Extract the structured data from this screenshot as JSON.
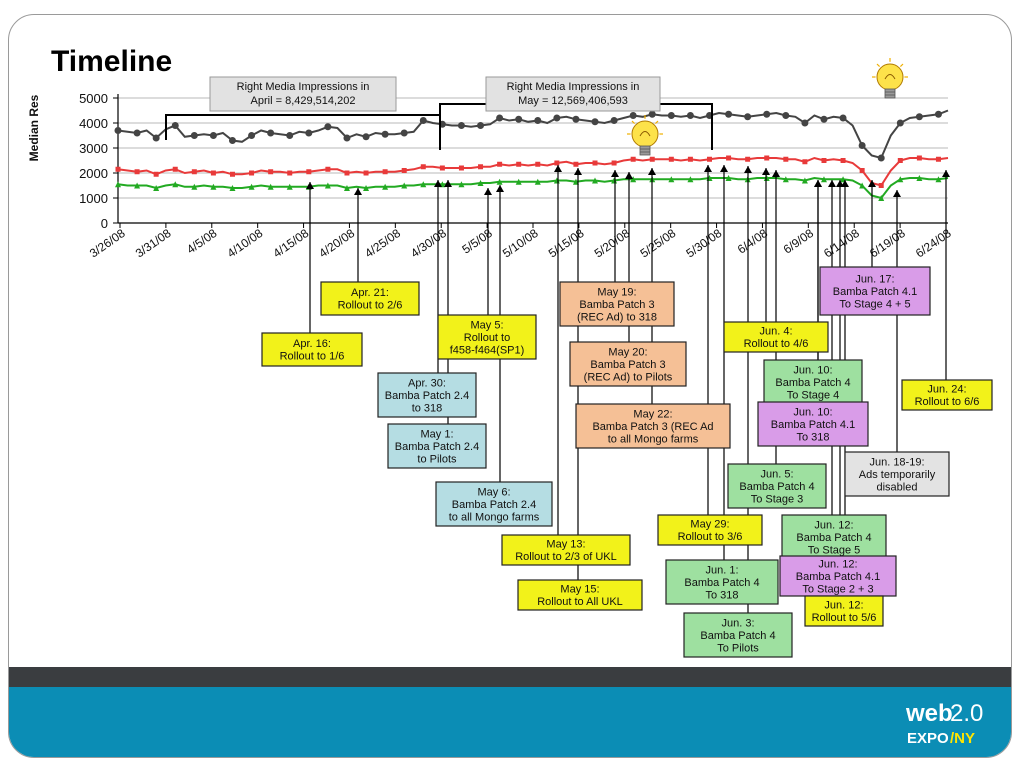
{
  "slide": {
    "title": "Timeline"
  },
  "logo": {
    "line1": "web",
    "line1b": "2.0",
    "line2": "EXPO",
    "line2b": "/NY"
  },
  "chart_data": {
    "type": "line",
    "ylabel": "Median Res",
    "ylim": [
      0,
      5000
    ],
    "yticks": [
      "5000",
      "4000",
      "3000",
      "2000",
      "1000",
      "0"
    ],
    "xtick_labels": [
      "3/26/08",
      "3/31/08",
      "4/5/08",
      "4/10/08",
      "4/15/08",
      "4/20/08",
      "4/25/08",
      "4/30/08",
      "5/5/08",
      "5/10/08",
      "5/15/08",
      "5/20/08",
      "5/25/08",
      "5/30/08",
      "6/4/08",
      "6/9/08",
      "6/14/08",
      "6/19/08",
      "6/24/08"
    ],
    "series": [
      {
        "name": "",
        "color": "#444444",
        "values": [
          3700,
          3650,
          3600,
          3700,
          3400,
          3750,
          3900,
          3450,
          3500,
          3550,
          3500,
          3600,
          3300,
          3250,
          3500,
          3700,
          3600,
          3550,
          3500,
          3650,
          3600,
          3700,
          3850,
          3800,
          3400,
          3550,
          3450,
          3600,
          3550,
          3550,
          3600,
          3650,
          4100,
          4000,
          3950,
          3900,
          3900,
          3850,
          3900,
          3950,
          4200,
          4100,
          4150,
          4050,
          4100,
          4000,
          4200,
          4250,
          4150,
          4100,
          4050,
          4000,
          4100,
          4200,
          4300,
          4250,
          4350,
          4300,
          4300,
          4250,
          4300,
          4200,
          4300,
          4400,
          4350,
          4300,
          4250,
          4300,
          4350,
          4400,
          4300,
          4250,
          4000,
          4300,
          4150,
          4250,
          4200,
          3900,
          3100,
          2700,
          2600,
          3500,
          4000,
          4200,
          4250,
          4300,
          4350,
          4500
        ]
      },
      {
        "name": "",
        "color": "#e83a3a",
        "values": [
          2150,
          2100,
          2050,
          2100,
          1950,
          2100,
          2150,
          2000,
          2050,
          2100,
          2000,
          2050,
          1950,
          1950,
          2000,
          2100,
          2050,
          2050,
          2000,
          2050,
          2050,
          2100,
          2150,
          2150,
          2000,
          2050,
          2000,
          2050,
          2050,
          2050,
          2100,
          2150,
          2250,
          2250,
          2200,
          2200,
          2200,
          2200,
          2250,
          2250,
          2350,
          2300,
          2350,
          2300,
          2350,
          2300,
          2400,
          2450,
          2350,
          2400,
          2400,
          2350,
          2400,
          2500,
          2550,
          2500,
          2550,
          2550,
          2550,
          2500,
          2550,
          2500,
          2550,
          2600,
          2600,
          2550,
          2550,
          2600,
          2600,
          2600,
          2550,
          2550,
          2450,
          2600,
          2500,
          2550,
          2500,
          2400,
          2100,
          1600,
          1500,
          2100,
          2500,
          2600,
          2600,
          2550,
          2550,
          2600
        ]
      },
      {
        "name": "",
        "color": "#22aa22",
        "values": [
          1550,
          1500,
          1500,
          1500,
          1400,
          1500,
          1550,
          1450,
          1450,
          1500,
          1450,
          1450,
          1400,
          1400,
          1450,
          1500,
          1450,
          1450,
          1450,
          1450,
          1450,
          1500,
          1500,
          1500,
          1400,
          1450,
          1400,
          1450,
          1450,
          1450,
          1500,
          1500,
          1550,
          1550,
          1550,
          1550,
          1550,
          1550,
          1600,
          1600,
          1650,
          1650,
          1650,
          1650,
          1650,
          1650,
          1700,
          1700,
          1650,
          1700,
          1700,
          1650,
          1700,
          1750,
          1750,
          1750,
          1750,
          1750,
          1750,
          1750,
          1750,
          1750,
          1800,
          1800,
          1800,
          1750,
          1750,
          1800,
          1800,
          1800,
          1750,
          1750,
          1700,
          1800,
          1750,
          1750,
          1750,
          1700,
          1500,
          1100,
          1000,
          1500,
          1750,
          1800,
          1800,
          1750,
          1750,
          1800
        ]
      }
    ],
    "impressions": [
      {
        "line1": "Right Media Impressions in",
        "line2": "April = 8,429,514,202"
      },
      {
        "line1": "Right Media Impressions in",
        "line2": "May = 12,569,406,593"
      }
    ],
    "annotations": [
      {
        "lines": [
          "Apr. 16:",
          "Rollout to 1/6"
        ],
        "color": "#f2f21a"
      },
      {
        "lines": [
          "Apr. 21:",
          "Rollout to 2/6"
        ],
        "color": "#f2f21a"
      },
      {
        "lines": [
          "May 5:",
          "Rollout to",
          "f458-f464(SP1)"
        ],
        "color": "#f2f21a"
      },
      {
        "lines": [
          "Apr. 30:",
          "Bamba Patch 2.4",
          "to 318"
        ],
        "color": "#b5dde3"
      },
      {
        "lines": [
          "May 1:",
          "Bamba Patch 2.4",
          "to Pilots"
        ],
        "color": "#b5dde3"
      },
      {
        "lines": [
          "May 6:",
          "Bamba Patch 2.4",
          "to all Mongo farms"
        ],
        "color": "#b5dde3"
      },
      {
        "lines": [
          "May 19:",
          "Bamba Patch 3",
          "(REC Ad) to 318"
        ],
        "color": "#f5c096"
      },
      {
        "lines": [
          "May 20:",
          "Bamba Patch 3",
          "(REC Ad) to Pilots"
        ],
        "color": "#f5c096"
      },
      {
        "lines": [
          "May 22:",
          "Bamba Patch 3 (REC Ad",
          "to all Mongo farms"
        ],
        "color": "#f5c096"
      },
      {
        "lines": [
          "May 13:",
          "Rollout to 2/3 of UKL"
        ],
        "color": "#f2f21a"
      },
      {
        "lines": [
          "May 15:",
          "Rollout to All UKL"
        ],
        "color": "#f2f21a"
      },
      {
        "lines": [
          "May 29:",
          "Rollout to 3/6"
        ],
        "color": "#f2f21a"
      },
      {
        "lines": [
          "Jun. 4:",
          "Rollout to 4/6"
        ],
        "color": "#f2f21a"
      },
      {
        "lines": [
          "Jun. 1:",
          "Bamba Patch 4",
          "To 318"
        ],
        "color": "#9ee0a0"
      },
      {
        "lines": [
          "Jun. 3:",
          "Bamba Patch 4",
          "To Pilots"
        ],
        "color": "#9ee0a0"
      },
      {
        "lines": [
          "Jun. 5:",
          "Bamba Patch 4",
          "To Stage 3"
        ],
        "color": "#9ee0a0"
      },
      {
        "lines": [
          "Jun. 10:",
          "Bamba Patch 4",
          "To Stage 4"
        ],
        "color": "#9ee0a0"
      },
      {
        "lines": [
          "Jun. 12:",
          "Bamba Patch 4",
          "To Stage 5"
        ],
        "color": "#9ee0a0"
      },
      {
        "lines": [
          "Jun. 17:",
          "Bamba Patch 4.1",
          "To Stage 4 + 5"
        ],
        "color": "#d99ce8"
      },
      {
        "lines": [
          "Jun. 10:",
          "Bamba Patch 4.1",
          "To 318"
        ],
        "color": "#d99ce8"
      },
      {
        "lines": [
          "Jun. 12:",
          "Bamba Patch 4.1",
          "To Stage 2 + 3"
        ],
        "color": "#d99ce8"
      },
      {
        "lines": [
          "Jun. 12:",
          "Rollout to 5/6"
        ],
        "color": "#f2f21a"
      },
      {
        "lines": [
          "Jun. 24:",
          "Rollout to 6/6"
        ],
        "color": "#f2f21a"
      },
      {
        "lines": [
          "Jun. 18-19:",
          "Ads temporarily",
          "disabled"
        ],
        "color": "#e3e3e3"
      }
    ]
  }
}
